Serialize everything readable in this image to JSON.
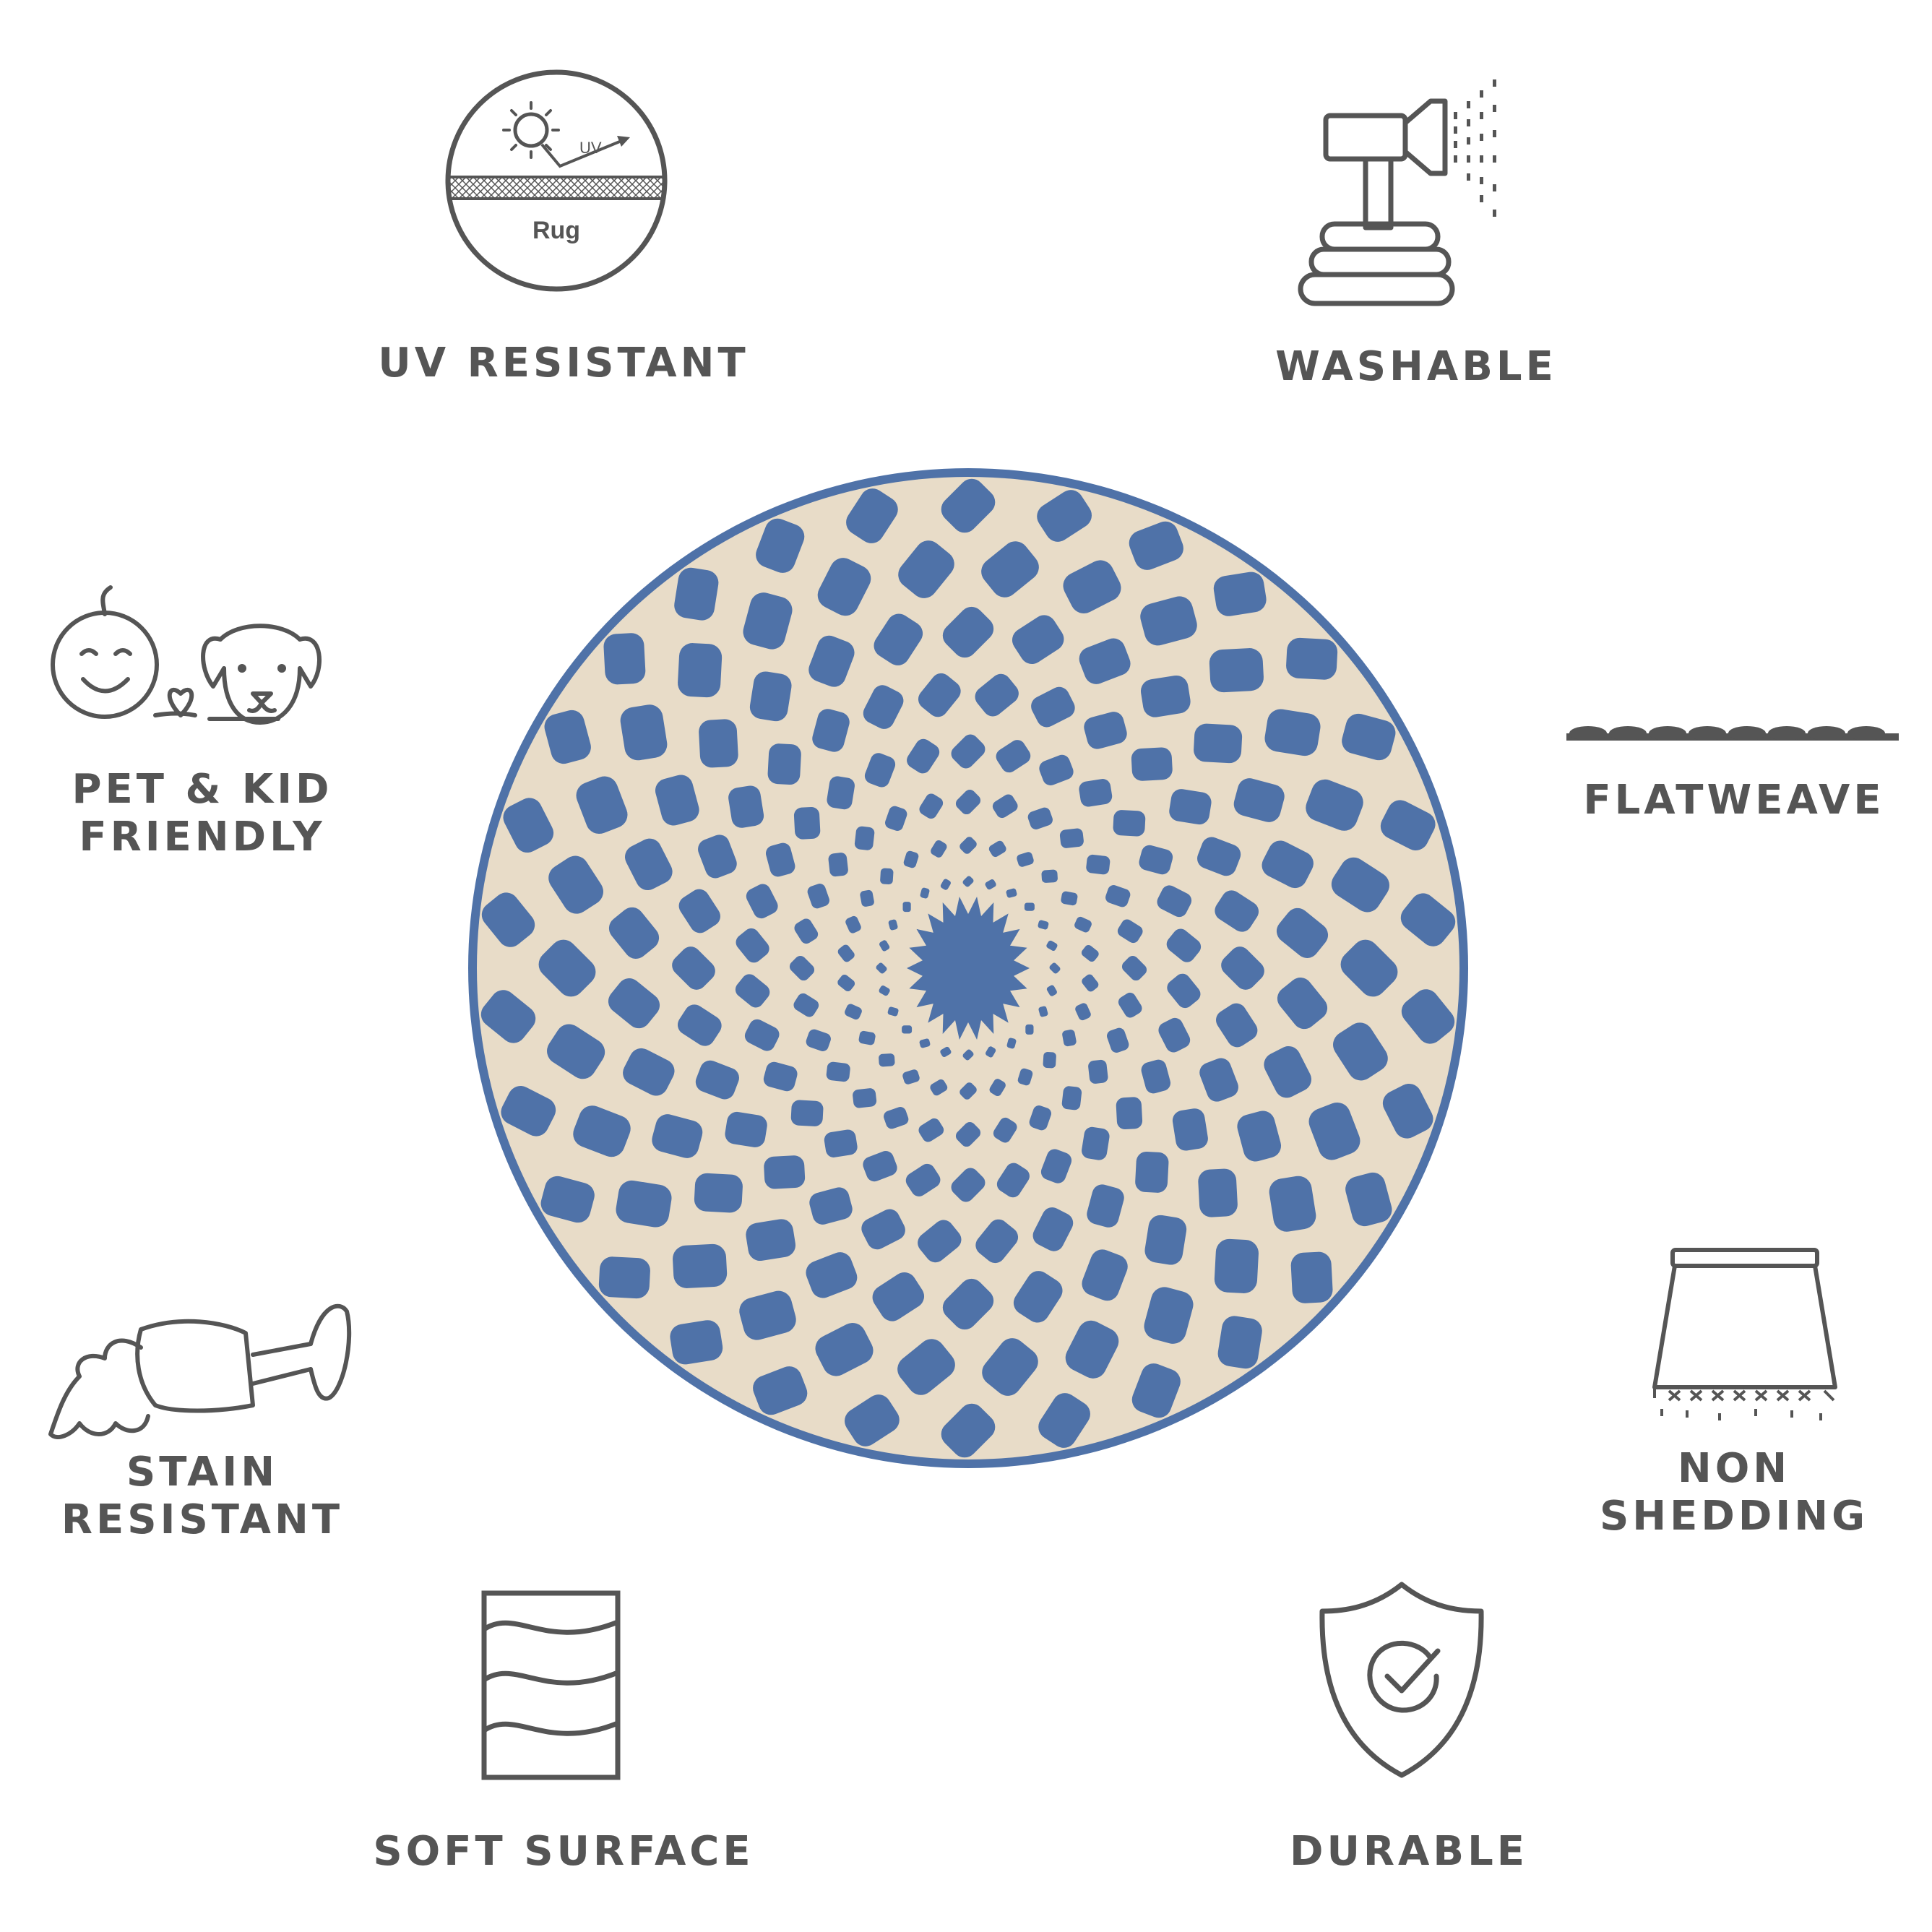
{
  "features": {
    "uv_resistant": {
      "label": "UV RESISTANT",
      "icon": "uv-sun-rug-icon",
      "icon_text_uv": "UV",
      "icon_text_rug": "Rug"
    },
    "washable": {
      "label": "WASHABLE",
      "icon": "pressure-washer-icon"
    },
    "pet_kid": {
      "line1": "PET & KID",
      "line2": "FRIENDLY",
      "icon": "baby-dog-heart-icon"
    },
    "flatweave": {
      "label": "FLATWEAVE",
      "icon": "flatweave-texture-icon"
    },
    "stain": {
      "line1": "STAIN",
      "line2": "RESISTANT",
      "icon": "spilled-wine-glass-icon"
    },
    "non_shedding": {
      "line1": "NON",
      "line2": "SHEDDING",
      "icon": "rug-no-fibers-icon"
    },
    "soft_surface": {
      "label": "SOFT SURFACE",
      "icon": "soft-waves-icon"
    },
    "durable": {
      "label": "DURABLE",
      "icon": "shield-check-icon"
    }
  },
  "product": {
    "image": "round-blue-ivory-rug",
    "colors": {
      "blue": "#4f72a8",
      "ivory": "#e8dcc8"
    }
  },
  "colors": {
    "icon_stroke": "#555555",
    "label": "#555555",
    "background": "#ffffff"
  }
}
